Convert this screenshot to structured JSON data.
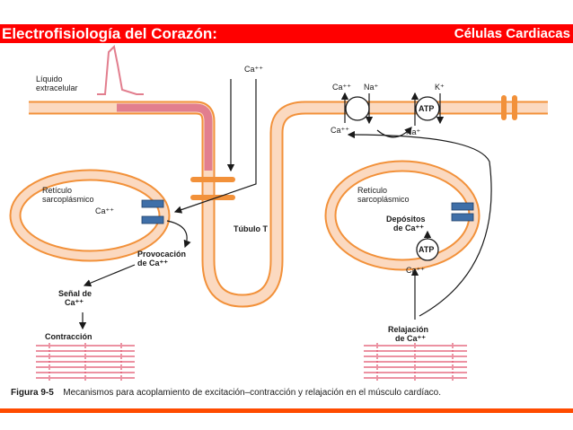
{
  "header": {
    "title": "Electrofisiología del Corazón:",
    "subtitle": "Células Cardiacas",
    "bar_color": "#ff0000"
  },
  "diagram": {
    "labels": {
      "liquido_1": "Líquido",
      "liquido_2": "extracelular",
      "ca_top": "Ca⁺⁺",
      "reticulo_left_1": "Retículo",
      "reticulo_left_2": "sarcoplásmico",
      "ca_left": "Ca⁺⁺",
      "provocacion_1": "Provocación",
      "provocacion_2": "de Ca⁺⁺",
      "senal_1": "Señal de",
      "senal_2": "Ca⁺⁺",
      "contraccion": "Contracción",
      "tubulo": "Túbulo T",
      "ca_pump_top": "Ca⁺⁺",
      "na_top": "Na⁺",
      "k_top": "K⁺",
      "ca_pump_bottom": "Ca⁺⁺",
      "na_bottom": "Na⁺",
      "atp_membrane": "ATP",
      "reticulo_right_1": "Retículo",
      "reticulo_right_2": "sarcoplásmico",
      "depositos_1": "Depósitos",
      "depositos_2": "de Ca⁺⁺",
      "atp_sr": "ATP",
      "ca_sr_bottom": "Ca⁺⁺",
      "relajacion_1": "Relajación",
      "relajacion_2": "de Ca⁺⁺"
    },
    "caption_label": "Figura 9-5",
    "caption_text": "Mecanismos para acoplamiento de excitación–contracción y relajación en el músculo cardíaco.",
    "colors": {
      "membrane_fill": "#fbd9c0",
      "membrane_stroke": "#f2913a",
      "channel": "#3f6fa8",
      "pink": "#e27e8e",
      "sarcomere": "#e0506a",
      "accent": "#ff4b00"
    }
  }
}
